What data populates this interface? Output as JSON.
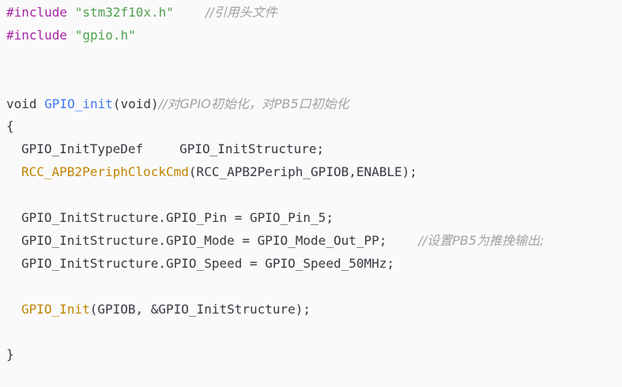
{
  "colors": {
    "background": "#fafafa",
    "keyword": "#a626a4",
    "string": "#50a14f",
    "function_def": "#4078f2",
    "function_call": "#c18401",
    "comment": "#a0a1a7",
    "plain": "#383a42"
  },
  "code": {
    "l1": {
      "directive": "#include",
      "header": "\"stm32f10x.h\"",
      "comment": "//引用头文件"
    },
    "l2": {
      "directive": "#include",
      "header": "\"gpio.h\""
    },
    "l5": {
      "ret_type": "void",
      "fn_name": "GPIO_init",
      "open_paren": "(",
      "param": "void",
      "close_paren": ")",
      "comment": "//对GPIO初始化，对PB5口初始化"
    },
    "l6": {
      "brace_open": "{"
    },
    "l7": {
      "type": "GPIO_InitTypeDef",
      "var": "GPIO_InitStructure;"
    },
    "l8": {
      "call": "RCC_APB2PeriphClockCmd",
      "args": "(RCC_APB2Periph_GPIOB,ENABLE);"
    },
    "l10": {
      "text": "GPIO_InitStructure.GPIO_Pin = GPIO_Pin_5;"
    },
    "l11": {
      "text": "GPIO_InitStructure.GPIO_Mode = GPIO_Mode_Out_PP;",
      "comment": "//设置PB5为推挽输出;"
    },
    "l12": {
      "text": "GPIO_InitStructure.GPIO_Speed = GPIO_Speed_50MHz;"
    },
    "l14": {
      "call": "GPIO_Init",
      "args": "(GPIOB, &GPIO_InitStructure);"
    },
    "l16": {
      "brace_close": "}"
    }
  }
}
